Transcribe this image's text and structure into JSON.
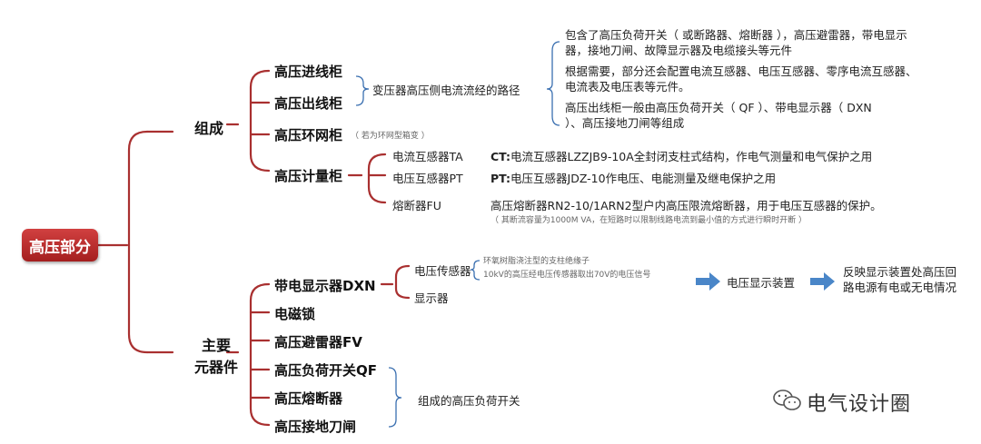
{
  "root": "高压部分",
  "branches": {
    "composition": {
      "label": "组成",
      "items": {
        "incoming": "高压进线柜",
        "outgoing": "高压出线柜",
        "ringmain": "高压环网柜",
        "ringmain_note": "（ 若为环网型箱变 ）",
        "metering": "高压计量柜"
      },
      "path_label": "变压器高压侧电流流经的路径",
      "path_descs": [
        "包含了高压负荷开关（ 或断路器、熔断器 ），高压避雷器，带电显示器，接地刀闸、故障显示器及电缆接头等元件",
        "根据需要，部分还会配置电流互感器、电压互感器、零序电流互感器、电流表及电压表等元件。",
        "高压出线柜一般由高压负荷开关（ QF ）、带电显示器（ DXN ）、高压接地刀闸等组成"
      ],
      "metering_items": [
        {
          "name": "电流互感器TA",
          "code": "CT:",
          "desc": "电流互感器LZZJB9-10A全封闭支柱式结构，作电气测量和电气保护之用"
        },
        {
          "name": "电压互感器PT",
          "code": "PT:",
          "desc": "电压互感器JDZ-10作电压、电能测量及继电保护之用"
        },
        {
          "name": "熔断器FU",
          "code": "",
          "desc": "高压熔断器RN2-10/1ARN2型户内高压限流熔断器，用于电压互感器的保护。"
        }
      ],
      "fuse_note": "（ 其断流容量为1000M VA，在短路时以限制线路电流到最小值的方式进行瞬时开断 ）"
    },
    "components": {
      "label_line1": "主要",
      "label_line2": "元器件",
      "items": {
        "dxn": "带电显示器DXN",
        "lock": "电磁锁",
        "arrester": "高压避雷器FV",
        "loadswitch": "高压负荷开关QF",
        "fuse": "高压熔断器",
        "earth": "高压接地刀闸"
      },
      "dxn_sub": {
        "sensor": "电压传感器",
        "display": "显示器",
        "sensor_note_1": "环氧树脂浇注型的支柱绝缘子",
        "sensor_note_2": "10kV的高压经电压传感器取出70V的电压信号",
        "device": "电压显示装置",
        "result_1": "反映显示装置处高压回",
        "result_2": "路电源有电或无电情况"
      },
      "group_label": "组成的高压负荷开关"
    }
  },
  "watermark": "电气设计圈",
  "colors": {
    "line": "#a93030",
    "brace": "#3a6fb0",
    "arrow": "#4a86c8",
    "root": "#b42a2a"
  }
}
